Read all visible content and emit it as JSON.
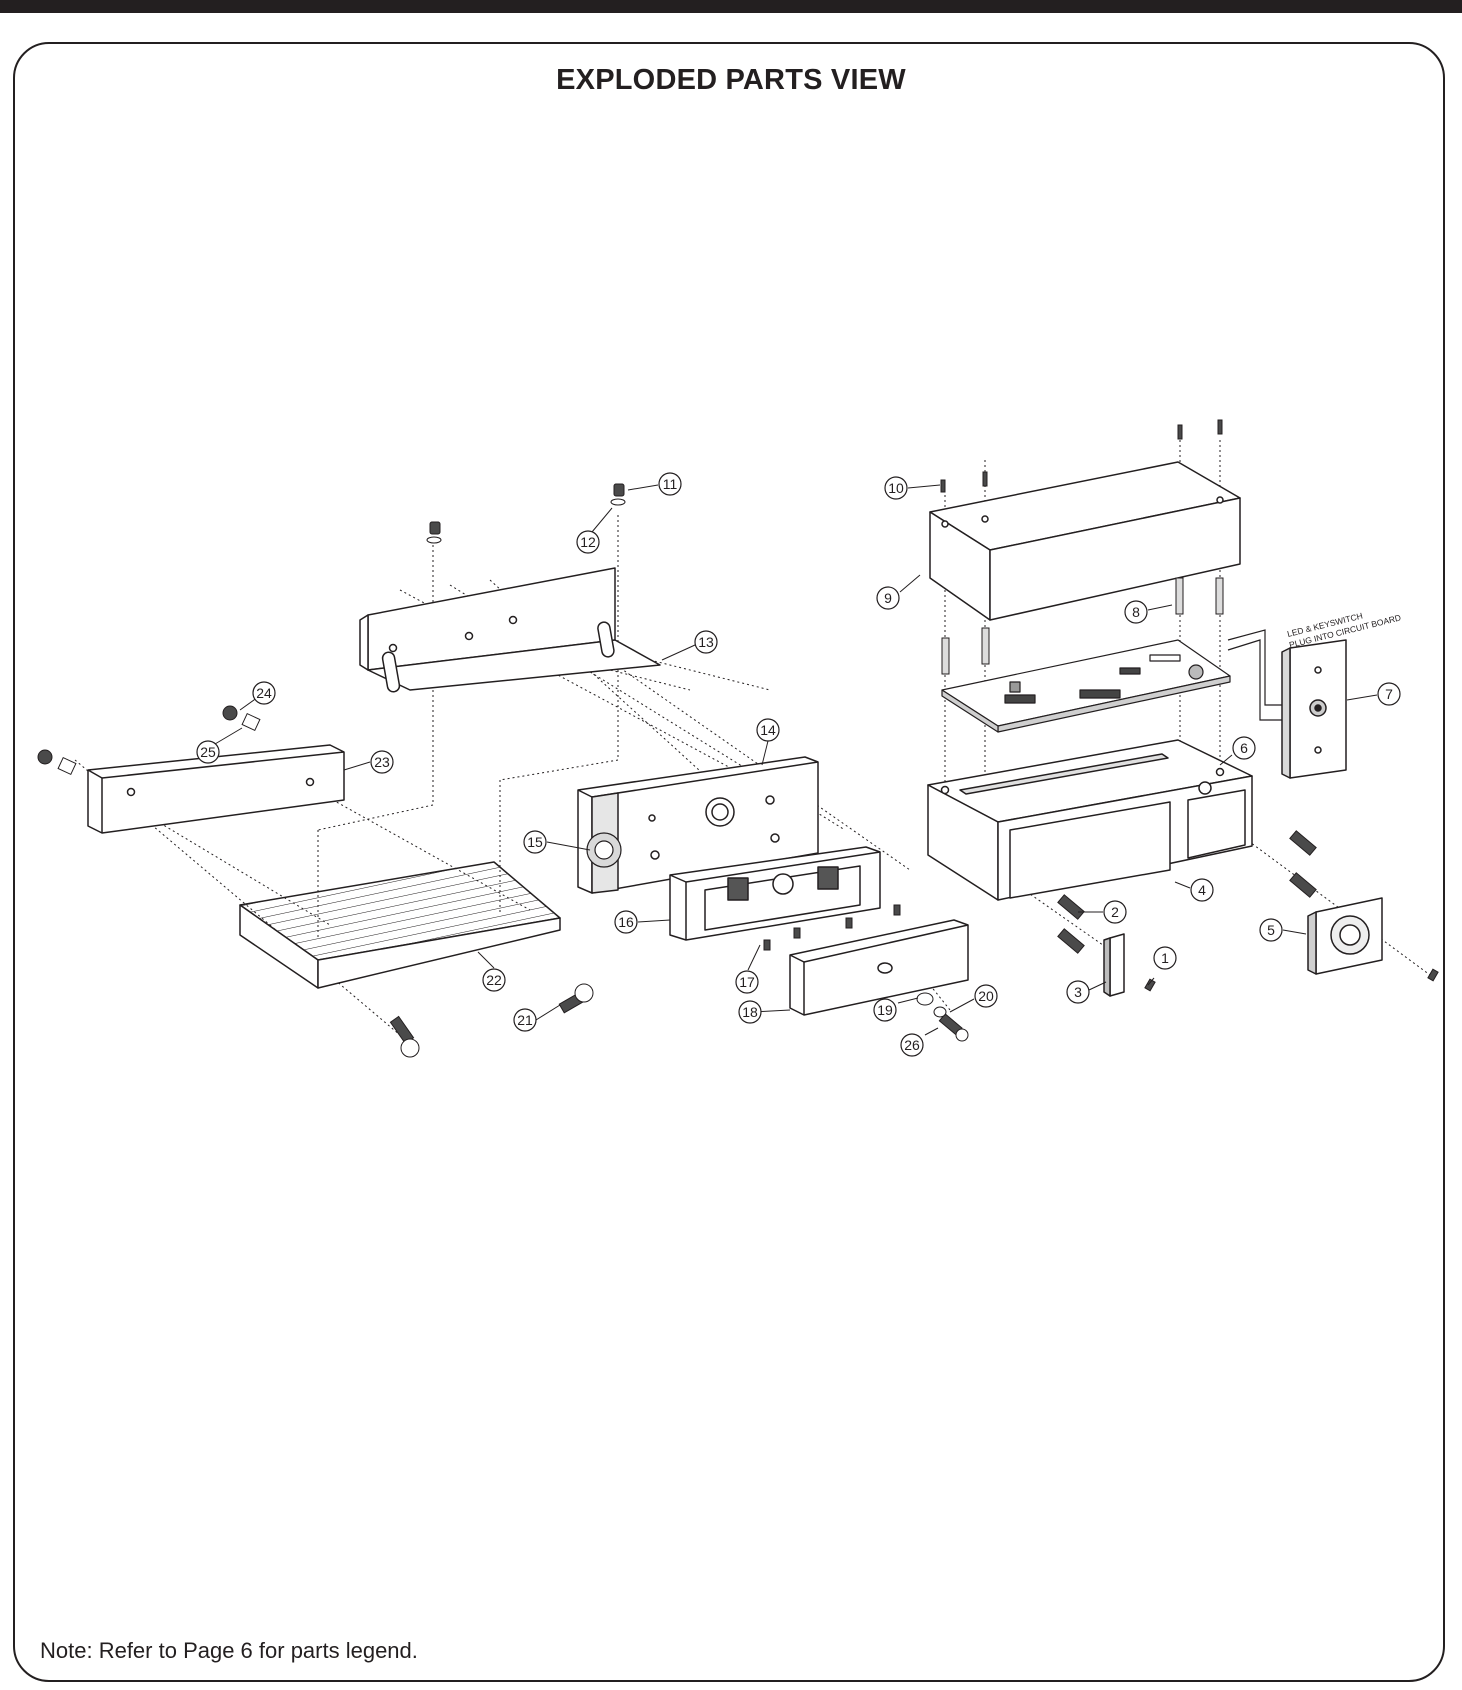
{
  "page": {
    "title": "EXPLODED PARTS VIEW",
    "note": "Note: Refer to Page 6 for parts legend."
  },
  "diagram": {
    "wire_label_line1": "LED & KEYSWITCH",
    "wire_label_line2": "PLUG INTO CIRCUIT BOARD",
    "callouts": [
      "1",
      "2",
      "3",
      "4",
      "5",
      "6",
      "7",
      "8",
      "9",
      "10",
      "11",
      "12",
      "13",
      "14",
      "15",
      "16",
      "17",
      "18",
      "19",
      "20",
      "21",
      "22",
      "23",
      "24",
      "25",
      "26"
    ]
  }
}
